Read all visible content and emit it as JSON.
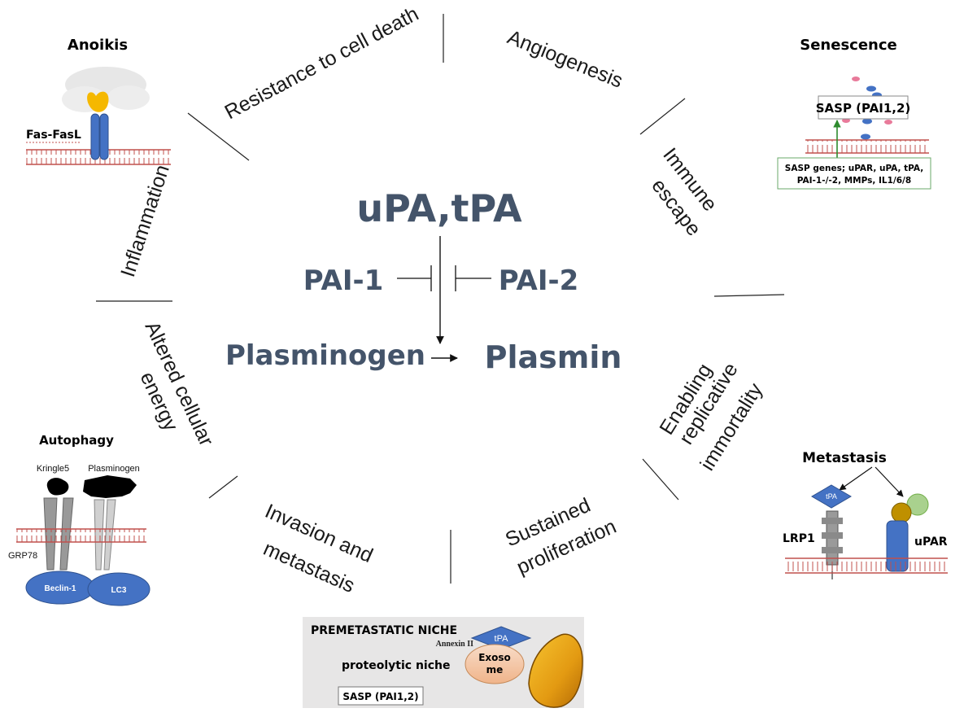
{
  "center": {
    "activators": "uPA,tPA",
    "inhibitor_left": "PAI-1",
    "inhibitor_right": "PAI-2",
    "substrate": "Plasminogen",
    "product": "Plasmin"
  },
  "hallmarks": {
    "resistance": "Resistance to cell death",
    "angiogenesis": "Angiogenesis",
    "immune_1": "Immune",
    "immune_2": "escape",
    "inflammation": "Inflammation",
    "energy_1": "Altered cellular",
    "energy_2": "energy",
    "immortality_1": "Enabling",
    "immortality_2": "replicative",
    "immortality_3": "immortality",
    "invasion_1": "Invasion and",
    "invasion_2": "metastasis",
    "proliferation_1": "Sustained",
    "proliferation_2": "proliferation"
  },
  "anoikis": {
    "title": "Anoikis",
    "label": "Fas-FasL"
  },
  "senescence": {
    "title": "Senescence",
    "sasp": "SASP (PAI1,2)",
    "genes_1": "SASP genes; uPAR, uPA, tPA,",
    "genes_2": "PAI-1-/-2, MMPs, IL1/6/8"
  },
  "autophagy": {
    "title": "Autophagy",
    "kringle": "Kringle5",
    "plasminogen": "Plasminogen",
    "grp78": "GRP78",
    "beclin": "Beclin-1",
    "lc3": "LC3"
  },
  "metastasis": {
    "title": "Metastasis",
    "tpa": "tPA",
    "lrp1": "LRP1",
    "upar": "uPAR"
  },
  "niche": {
    "title": "PREMETASTATIC NICHE",
    "tpa": "tPA",
    "annexin": "Annexin II",
    "exosome_1": "Exoso",
    "exosome_2": "me",
    "proteolytic": "proteolytic niche",
    "sasp": "SASP (PAI1,2)"
  },
  "colors": {
    "core_text": "#44546a",
    "receptor_blue": "#4472c4",
    "membrane_red": "#c0504d",
    "fasl_yellow": "#f5b800",
    "arrow_green": "#2e8b2e"
  }
}
